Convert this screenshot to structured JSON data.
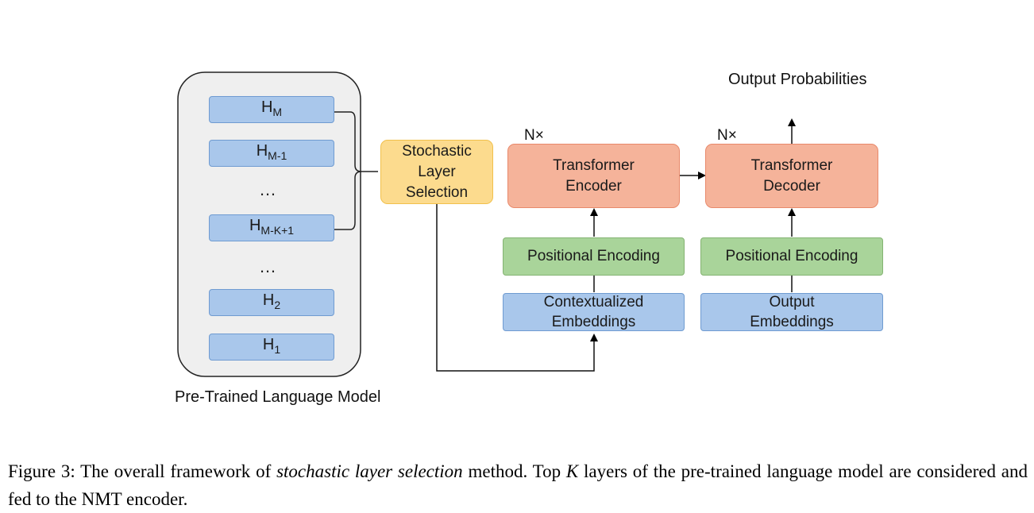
{
  "plm": {
    "layers": [
      {
        "base": "H",
        "sub": "M"
      },
      {
        "base": "H",
        "sub": "M-1"
      },
      {
        "base": "H",
        "sub": "M-K+1"
      },
      {
        "base": "H",
        "sub": "2"
      },
      {
        "base": "H",
        "sub": "1"
      }
    ],
    "ellipsis_top": "…",
    "ellipsis_bottom": "…",
    "label_line1": "Pre-Trained Language",
    "label_line2": "Model"
  },
  "selection": {
    "line1": "Stochastic",
    "line2": "Layer",
    "line3": "Selection"
  },
  "encoder": {
    "repeat": "N×",
    "line1": "Transformer",
    "line2": "Encoder",
    "positional": "Positional Encoding",
    "emb_line1": "Contextualized",
    "emb_line2": "Embeddings"
  },
  "decoder": {
    "repeat": "N×",
    "line1": "Transformer",
    "line2": "Decoder",
    "positional": "Positional Encoding",
    "emb_line1": "Output",
    "emb_line2": "Embeddings",
    "out_line1": "Output",
    "out_line2": "Probabilities"
  },
  "caption": {
    "prefix": "Figure 3: The overall framework of ",
    "italic1": "stochastic layer selection",
    "mid1": " method. Top ",
    "italic2": "K",
    "mid2": " layers of the pre-trained language model are considered and fed to the NMT encoder."
  },
  "colors": {
    "blue_fill": "#a9c7eb",
    "green_fill": "#a9d49a",
    "orange_fill": "#f5b39a",
    "yellow_fill": "#fcdb8e",
    "panel_fill": "#efefef"
  }
}
